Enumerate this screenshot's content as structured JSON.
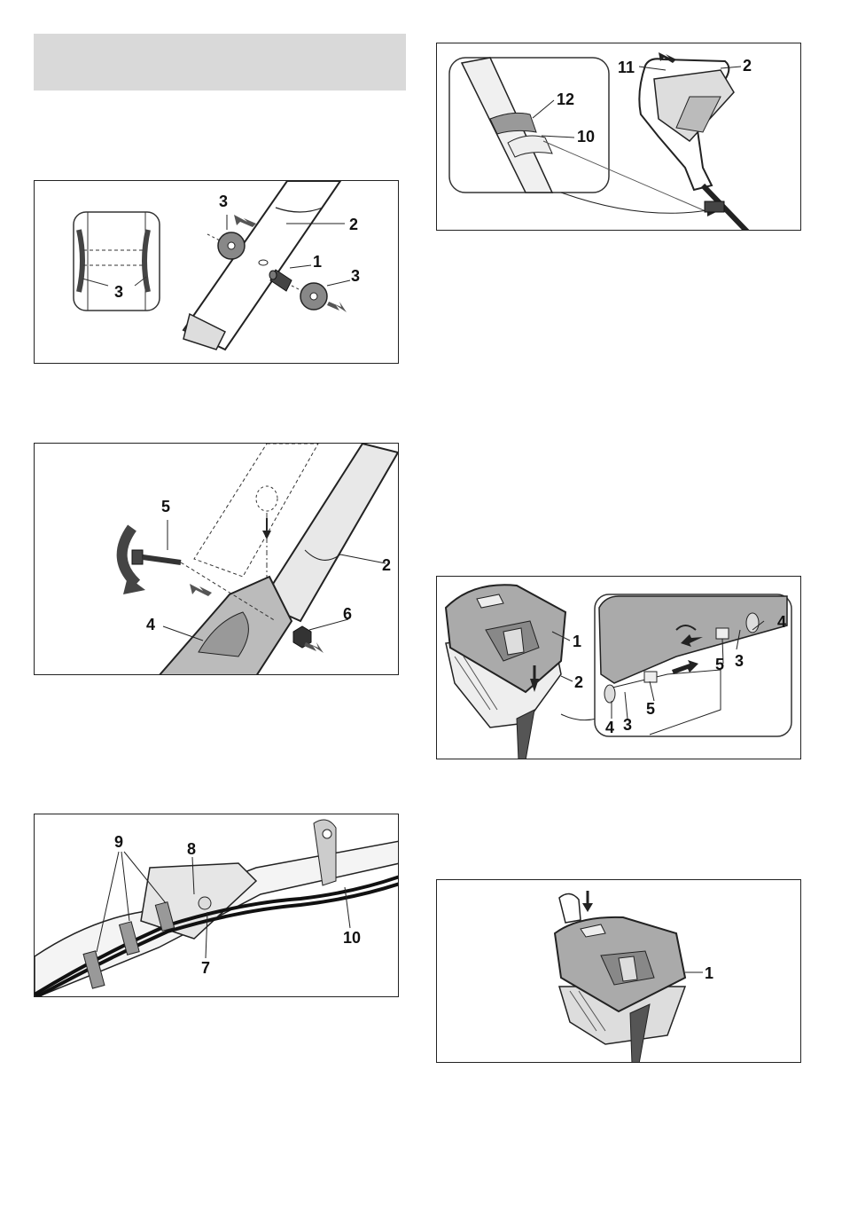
{
  "fig1": {
    "labels": [
      "3",
      "3",
      "2",
      "1",
      "3"
    ]
  },
  "fig2": {
    "labels": [
      "5",
      "2",
      "4",
      "6"
    ]
  },
  "fig3": {
    "labels": [
      "9",
      "8",
      "7",
      "10"
    ]
  },
  "fig4": {
    "labels": [
      "11",
      "2",
      "12",
      "10"
    ]
  },
  "fig5": {
    "labels": [
      "1",
      "2",
      "4",
      "3",
      "5",
      "5",
      "4",
      "3"
    ]
  },
  "fig6": {
    "labels": [
      "1"
    ]
  },
  "colors": {
    "frame": "#222222",
    "header_bar": "#d9d9d9",
    "part_gray": "#bdbdbd",
    "dark": "#333333"
  }
}
